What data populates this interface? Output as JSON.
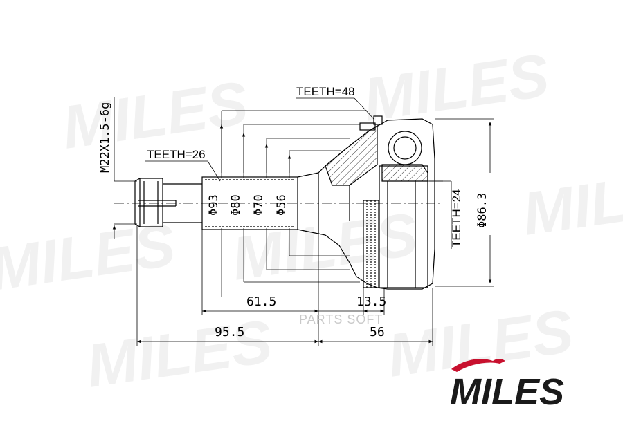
{
  "watermark": {
    "brand": "MILES"
  },
  "spec_labels": {
    "thread": "M22X1.5-6g",
    "teeth_spline": "TEETH=26",
    "teeth_outer": "TEETH=48",
    "teeth_inner": "TEETH=24"
  },
  "diameters": {
    "d93": "Φ93",
    "d80": "Φ80",
    "d70": "Φ70",
    "d56": "Φ56",
    "d86_3": "Φ86.3"
  },
  "lengths": {
    "l61_5": "61.5",
    "l13_5": "13.5",
    "l95_5": "95.5",
    "l56": "56"
  },
  "overlay": {
    "parts_soft": "PARTS SOFT"
  },
  "logo": {
    "text": "MILES",
    "accent": "#c8102e"
  },
  "colors": {
    "line": "#000000",
    "watermark": "#f1f1f1",
    "logo_text": "#1a1a1a"
  }
}
